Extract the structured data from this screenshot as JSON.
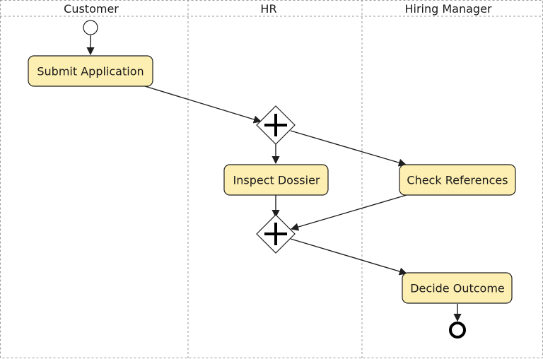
{
  "lanes": [
    {
      "title": "Customer"
    },
    {
      "title": "HR"
    },
    {
      "title": "Hiring Manager"
    }
  ],
  "tasks": {
    "submit_application": "Submit Application",
    "inspect_dossier": "Inspect Dossier",
    "check_references": "Check References",
    "decide_outcome": "Decide Outcome"
  },
  "colors": {
    "task_fill": "#fdefb2",
    "stroke": "#1f1f1f",
    "lane_divider": "#9a9a9a"
  },
  "icons": {
    "gateway": "parallel-gateway-plus-icon",
    "start": "start-event-circle-icon",
    "end": "end-event-thick-circle-icon"
  }
}
